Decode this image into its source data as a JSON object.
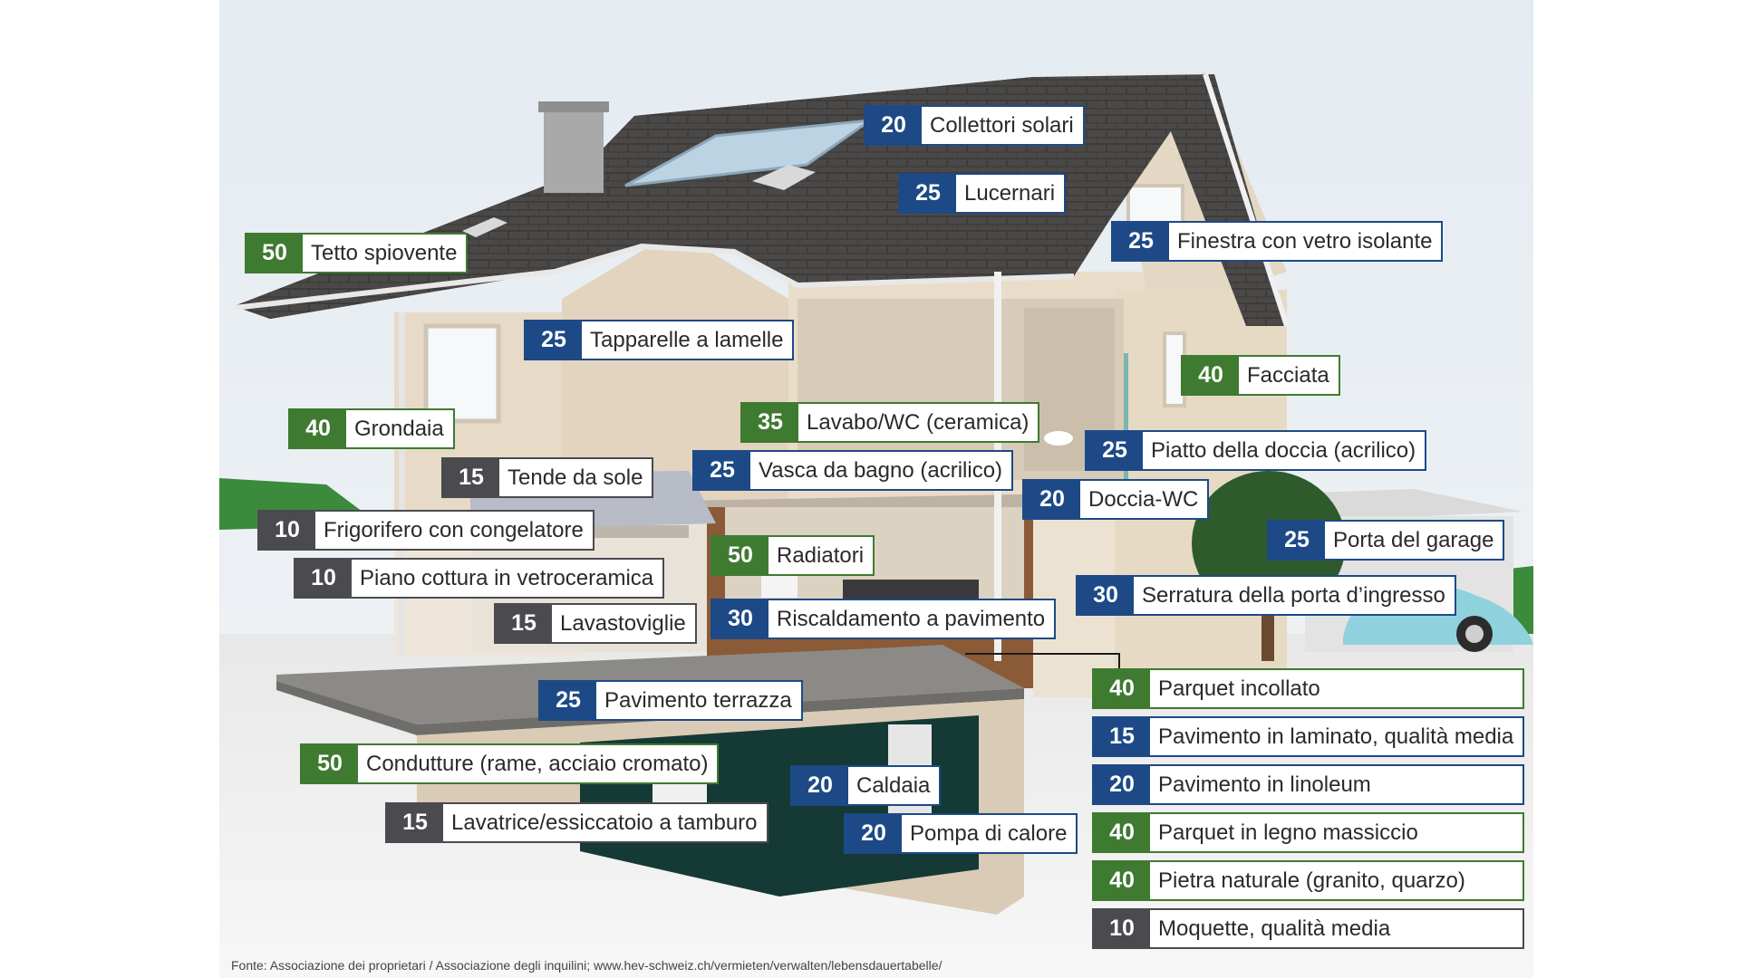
{
  "colors": {
    "green": "#3f7a31",
    "blue": "#1d4a86",
    "gray": "#4a4a4f",
    "sky": "#dfe7ee",
    "facade": "#e6d8c3",
    "roof": "#4e4c4a"
  },
  "labels": [
    {
      "id": "collettori-solari",
      "years": "20",
      "text": "Collettori solari",
      "color": "blue"
    },
    {
      "id": "lucernari",
      "years": "25",
      "text": "Lucernari",
      "color": "blue"
    },
    {
      "id": "finestra-vetro-isolante",
      "years": "25",
      "text": "Finestra con vetro isolante",
      "color": "blue"
    },
    {
      "id": "tetto-spiovente",
      "years": "50",
      "text": "Tetto spiovente",
      "color": "green"
    },
    {
      "id": "tapparelle-lamelle",
      "years": "25",
      "text": "Tapparelle a lamelle",
      "color": "blue"
    },
    {
      "id": "facciata",
      "years": "40",
      "text": "Facciata",
      "color": "green"
    },
    {
      "id": "grondaia",
      "years": "40",
      "text": "Grondaia",
      "color": "green"
    },
    {
      "id": "lavabo-wc",
      "years": "35",
      "text": "Lavabo/WC (ceramica)",
      "color": "green"
    },
    {
      "id": "tende-da-sole",
      "years": "15",
      "text": "Tende da sole",
      "color": "gray"
    },
    {
      "id": "vasca-da-bagno",
      "years": "25",
      "text": "Vasca da bagno (acrilico)",
      "color": "blue"
    },
    {
      "id": "piatto-doccia",
      "years": "25",
      "text": "Piatto della doccia (acrilico)",
      "color": "blue"
    },
    {
      "id": "doccia-wc",
      "years": "20",
      "text": "Doccia-WC",
      "color": "blue"
    },
    {
      "id": "frigorifero",
      "years": "10",
      "text": "Frigorifero con congelatore",
      "color": "gray"
    },
    {
      "id": "porta-garage",
      "years": "25",
      "text": "Porta del garage",
      "color": "blue"
    },
    {
      "id": "radiatori",
      "years": "50",
      "text": "Radiatori",
      "color": "green"
    },
    {
      "id": "piano-cottura",
      "years": "10",
      "text": "Piano cottura in vetroceramica",
      "color": "gray"
    },
    {
      "id": "serratura-porta",
      "years": "30",
      "text": "Serratura della porta d’ingresso",
      "color": "blue"
    },
    {
      "id": "lavastoviglie",
      "years": "15",
      "text": "Lavastoviglie",
      "color": "gray"
    },
    {
      "id": "riscaldamento-pavimento",
      "years": "30",
      "text": "Riscaldamento a pavimento",
      "color": "blue"
    },
    {
      "id": "pavimento-terrazza",
      "years": "25",
      "text": "Pavimento terrazza",
      "color": "blue"
    },
    {
      "id": "condutture",
      "years": "50",
      "text": "Condutture (rame, acciaio cromato)",
      "color": "green"
    },
    {
      "id": "caldaia",
      "years": "20",
      "text": "Caldaia",
      "color": "blue"
    },
    {
      "id": "lavatrice",
      "years": "15",
      "text": "Lavatrice/essiccatoio a tamburo",
      "color": "gray"
    },
    {
      "id": "pompa-calore",
      "years": "20",
      "text": "Pompa di calore",
      "color": "blue"
    }
  ],
  "floor_list": [
    {
      "id": "parquet-incollato",
      "years": "40",
      "text": "Parquet incollato",
      "color": "green"
    },
    {
      "id": "pavimento-laminato",
      "years": "15",
      "text": "Pavimento in laminato, qualità media",
      "color": "blue"
    },
    {
      "id": "pavimento-linoleum",
      "years": "20",
      "text": "Pavimento in linoleum",
      "color": "blue"
    },
    {
      "id": "parquet-massiccio",
      "years": "40",
      "text": "Parquet in legno massiccio",
      "color": "green"
    },
    {
      "id": "pietra-naturale",
      "years": "40",
      "text": "Pietra naturale (granito, quarzo)",
      "color": "green"
    },
    {
      "id": "moquette",
      "years": "10",
      "text": "Moquette, qualità media",
      "color": "gray"
    }
  ],
  "source": "Fonte: Associazione dei proprietari / Associazione degli inquilini; www.hev-schweiz.ch/vermieten/verwalten/lebensdauertabelle/"
}
